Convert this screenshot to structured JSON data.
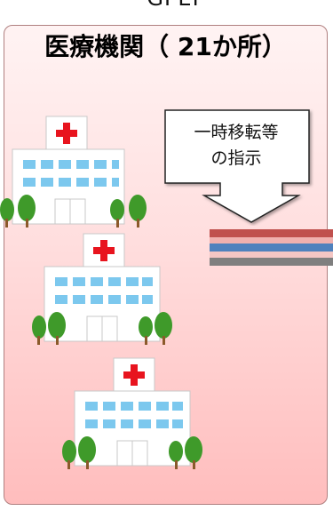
{
  "header_fragment": "GPEI",
  "panel": {
    "title": "医療機関（ 21か所）"
  },
  "callout": {
    "line1": "一時移転等",
    "line2": "の指示"
  },
  "colors": {
    "panel_border": "#b08080",
    "cross": "#e8141e",
    "window": "#7cc8ee",
    "tree": "#3f9a2a",
    "line_red": "#c0504d",
    "line_pink": "#f0b0ae",
    "line_blue": "#4f81bd",
    "line_gray": "#7f7f7f"
  }
}
